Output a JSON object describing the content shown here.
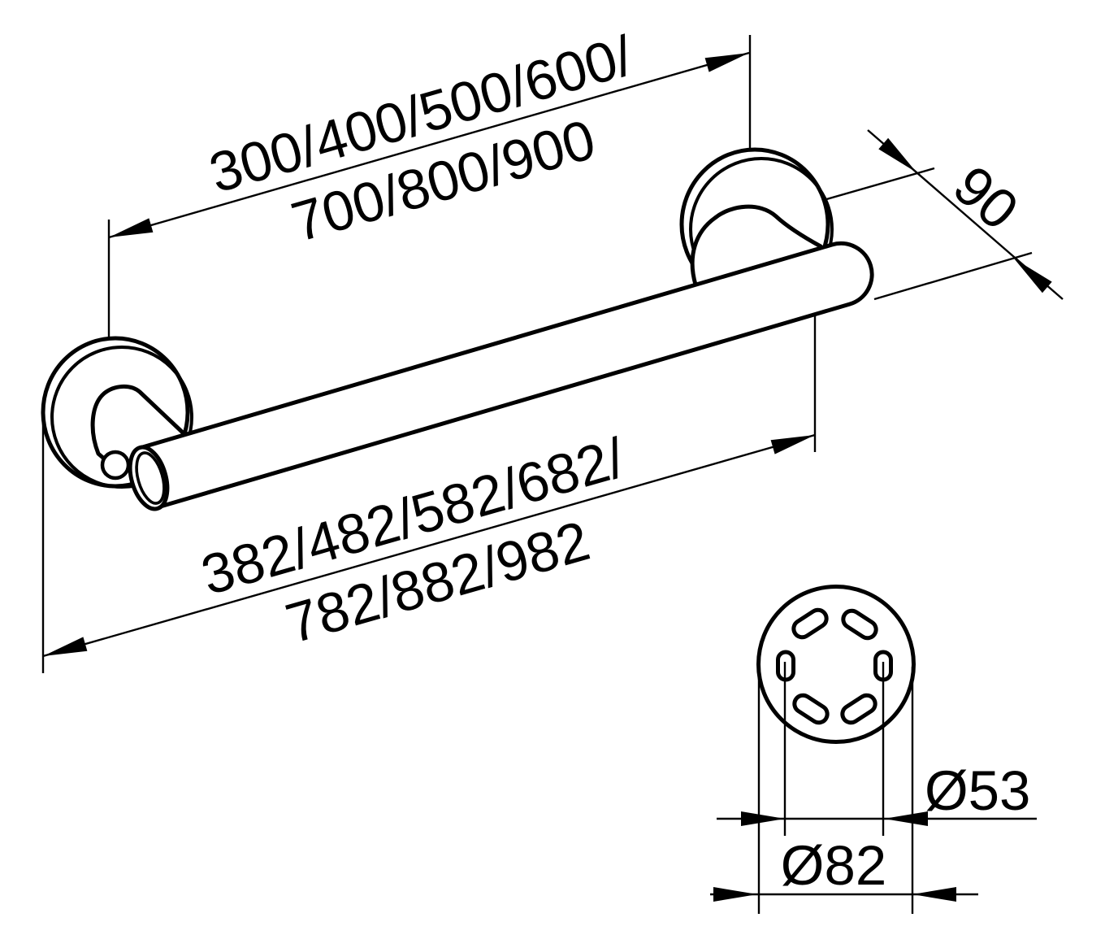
{
  "drawing": {
    "title": "grab-bar-dimension-drawing",
    "length_dim": {
      "line1": "300/400/500/600/",
      "line2": "700/800/900"
    },
    "depth_dim": {
      "value": "90"
    },
    "overall_dim": {
      "line1": "382/482/582/682/",
      "line2": "782/882/982"
    },
    "plate_detail": {
      "bolt_circle_dia": "Ø53",
      "plate_dia": "Ø82"
    }
  },
  "colors": {
    "line": "#000000",
    "background": "#ffffff"
  }
}
